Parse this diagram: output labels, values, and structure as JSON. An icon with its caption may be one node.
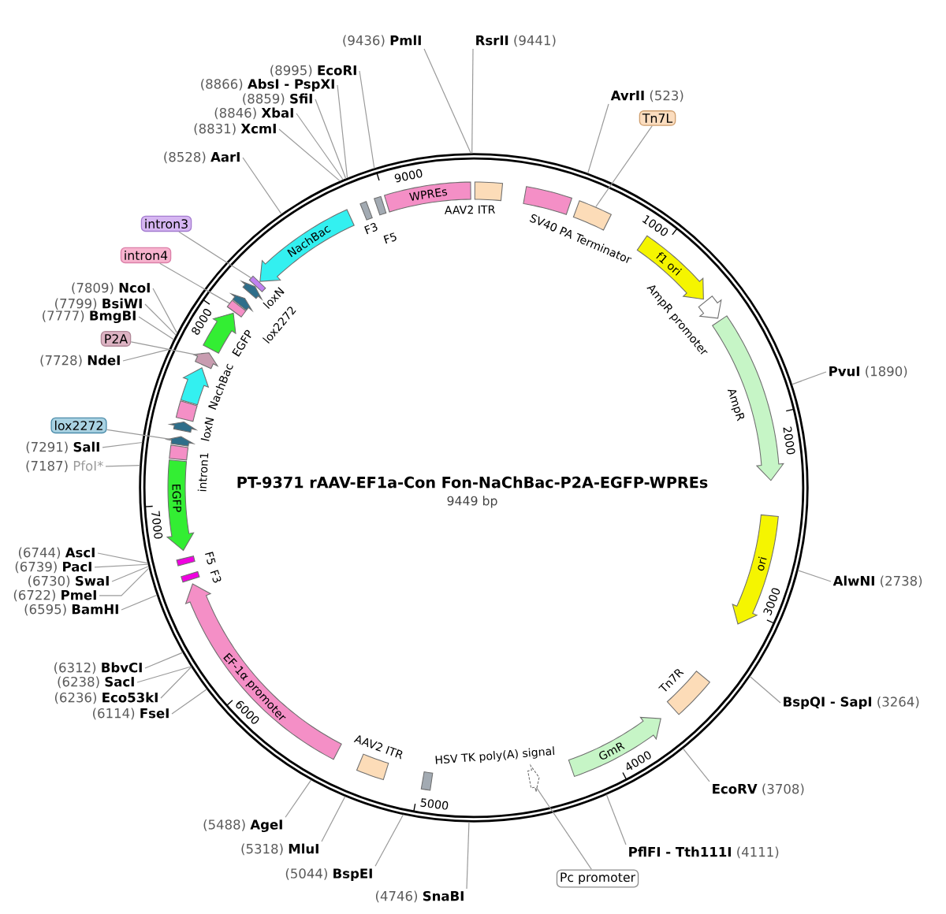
{
  "diagram": {
    "title": "PT-9371 rAAV-EF1a-Con Fon-NaChBac-P2A-EGFP-WPREs",
    "nodes": [
      {
        "text": [
          "(9436)",
          "PmlI"
        ]
      },
      {
        "text": [
          "RsrII",
          "(9441)"
        ]
      },
      {
        "text": [
          "(8995)",
          "EcoRI"
        ]
      },
      {
        "text": [
          "(8866)",
          "AbsI - PspXI"
        ]
      },
      {
        "text": [
          "AvrII",
          "(523)"
        ]
      },
      {
        "text": [
          "(8859)",
          "SfiI"
        ]
      },
      {
        "text": [
          "Tn7L"
        ]
      },
      {
        "text": [
          "(8846)",
          "XbaI"
        ]
      },
      {
        "text": [
          "(8831)",
          "XcmI"
        ]
      },
      {
        "text": [
          "(8528)",
          "AarI"
        ]
      },
      {
        "text": [
          "WPREs"
        ]
      },
      {
        "text": [
          "AAV2 ITR"
        ]
      },
      {
        "text": [
          "SV40 PA Terminator"
        ]
      },
      {
        "text": [],
        "shape": "box"
      },
      {
        "text": [
          "F3"
        ]
      },
      {
        "text": [
          "F5"
        ]
      },
      {
        "text": [
          "NachBac"
        ]
      },
      {
        "text": [
          "intron3"
        ]
      },
      {
        "text": [],
        "shape": "box"
      },
      {
        "text": [
          "loxN"
        ]
      },
      {
        "text": [
          "intron4"
        ]
      },
      {
        "text": [],
        "shape": "box"
      },
      {
        "text": [
          "lox2272"
        ]
      },
      {
        "text": [
          "f1 ori"
        ]
      },
      {
        "text": [
          "(7809)",
          "NcoI"
        ]
      },
      {
        "text": [
          "(7799)",
          "BsiWI"
        ]
      },
      {
        "text": [
          "(7777)",
          "BmgBI"
        ]
      },
      {
        "text": [
          "EGFP"
        ]
      },
      {
        "text": [
          "P2A"
        ]
      },
      {
        "text": [],
        "shape": "pentagon"
      },
      {
        "text": [
          "AmpR promoter"
        ]
      },
      {
        "text": [
          "(7728)",
          "NdeI"
        ]
      },
      {
        "text": [
          "PvuI",
          "(1890)"
        ]
      },
      {
        "text": [
          "AmpR"
        ]
      },
      {
        "text": [
          "NachBac"
        ]
      },
      {
        "text": [],
        "shape": "box"
      },
      {
        "text": [
          "loxN"
        ]
      },
      {
        "text": [
          "lox2272"
        ]
      },
      {
        "text": [],
        "shape": "pentagon"
      },
      {
        "text": [
          "(7291)",
          "SalI"
        ]
      },
      {
        "text": [
          "intron1"
        ]
      },
      {
        "text": [
          "(7187)",
          "PfoI*"
        ]
      },
      {
        "text": [
          "EGFP"
        ]
      },
      {
        "text": [
          "ori"
        ]
      },
      {
        "text": [
          "(6744)",
          "AscI"
        ]
      },
      {
        "text": [
          "(6739)",
          "PacI"
        ]
      },
      {
        "text": [
          "F5"
        ]
      },
      {
        "text": [
          "(6730)",
          "SwaI"
        ]
      },
      {
        "text": [
          "F3"
        ]
      },
      {
        "text": [
          "(6722)",
          "PmeI"
        ]
      },
      {
        "text": [
          "AlwNI",
          "(2738)"
        ]
      },
      {
        "text": [
          "(6595)",
          "BamHI"
        ]
      },
      {
        "text": [
          "EF-1α promoter"
        ]
      },
      {
        "text": [
          "(6312)",
          "BbvCI"
        ]
      },
      {
        "text": [
          "(6238)",
          "SacI"
        ]
      },
      {
        "text": [
          "Tn7R"
        ]
      },
      {
        "text": [
          "(6236)",
          "Eco53kI"
        ]
      },
      {
        "text": [
          "BspQI - SapI",
          "(3264)"
        ]
      },
      {
        "text": [
          "(6114)",
          "FseI"
        ]
      },
      {
        "text": [
          "GmR"
        ]
      },
      {
        "text": [
          "AAV2 ITR"
        ]
      },
      {
        "text": [
          "HSV TK poly(A) signal"
        ]
      },
      {
        "text": [],
        "shape": "pentagon"
      },
      {
        "text": [
          "EcoRV",
          "(3708)"
        ]
      },
      {
        "text": [
          "(5488)",
          "AgeI"
        ]
      },
      {
        "text": [
          "(5318)",
          "MluI"
        ]
      },
      {
        "text": [
          "PflFI - Tth111I",
          "(4111)"
        ]
      },
      {
        "text": [
          "Pc promoter"
        ]
      },
      {
        "text": [
          "(5044)",
          "BspEI"
        ]
      },
      {
        "text": [
          "(4746)",
          "SnaBI"
        ]
      }
    ],
    "edges": [
      {
        "from": 0,
        "to": null,
        "arrow": "none"
      },
      {
        "from": 1,
        "to": null,
        "arrow": "none"
      },
      {
        "from": 2,
        "to": null,
        "arrow": "none"
      },
      {
        "from": 3,
        "to": null,
        "arrow": "none"
      },
      {
        "from": 4,
        "to": null,
        "arrow": "none"
      },
      {
        "from": 5,
        "to": null,
        "arrow": "none"
      },
      {
        "from": 6,
        "to": 13,
        "arrow": "none"
      },
      {
        "from": 7,
        "to": null,
        "arrow": "none"
      },
      {
        "from": 8,
        "to": null,
        "arrow": "none"
      },
      {
        "from": 9,
        "to": null,
        "arrow": "none"
      },
      {
        "from": 17,
        "to": 18,
        "arrow": "none"
      },
      {
        "from": 20,
        "to": 21,
        "arrow": "none"
      },
      {
        "from": 24,
        "to": null,
        "arrow": "none"
      },
      {
        "from": 25,
        "to": null,
        "arrow": "none"
      },
      {
        "from": 26,
        "to": null,
        "arrow": "none"
      },
      {
        "from": 28,
        "to": 29,
        "arrow": "none"
      },
      {
        "from": 31,
        "to": null,
        "arrow": "none"
      },
      {
        "from": 32,
        "to": null,
        "arrow": "none"
      },
      {
        "from": 37,
        "to": 38,
        "arrow": "none"
      },
      {
        "from": 39,
        "to": null,
        "arrow": "none"
      },
      {
        "from": 41,
        "to": null,
        "arrow": "none"
      },
      {
        "from": 44,
        "to": null,
        "arrow": "none"
      },
      {
        "from": 45,
        "to": null,
        "arrow": "none"
      },
      {
        "from": 47,
        "to": null,
        "arrow": "none"
      },
      {
        "from": 49,
        "to": null,
        "arrow": "none"
      },
      {
        "from": 50,
        "to": null,
        "arrow": "none"
      },
      {
        "from": 51,
        "to": null,
        "arrow": "none"
      },
      {
        "from": 53,
        "to": null,
        "arrow": "none"
      },
      {
        "from": 54,
        "to": null,
        "arrow": "none"
      },
      {
        "from": 56,
        "to": null,
        "arrow": "none"
      },
      {
        "from": 57,
        "to": null,
        "arrow": "none"
      },
      {
        "from": 58,
        "to": null,
        "arrow": "none"
      },
      {
        "from": 63,
        "to": null,
        "arrow": "none"
      },
      {
        "from": 64,
        "to": null,
        "arrow": "none"
      },
      {
        "from": 65,
        "to": null,
        "arrow": "none"
      },
      {
        "from": 66,
        "to": null,
        "arrow": "none"
      },
      {
        "from": 67,
        "to": 62,
        "arrow": "none"
      },
      {
        "from": 68,
        "to": null,
        "arrow": "none"
      },
      {
        "from": 69,
        "to": null,
        "arrow": "none"
      }
    ],
    "labels": [
      "9000",
      "1000",
      "8000",
      "2000",
      "9449 bp",
      "7000",
      "3000",
      "6000",
      "4000",
      "5000"
    ]
  }
}
